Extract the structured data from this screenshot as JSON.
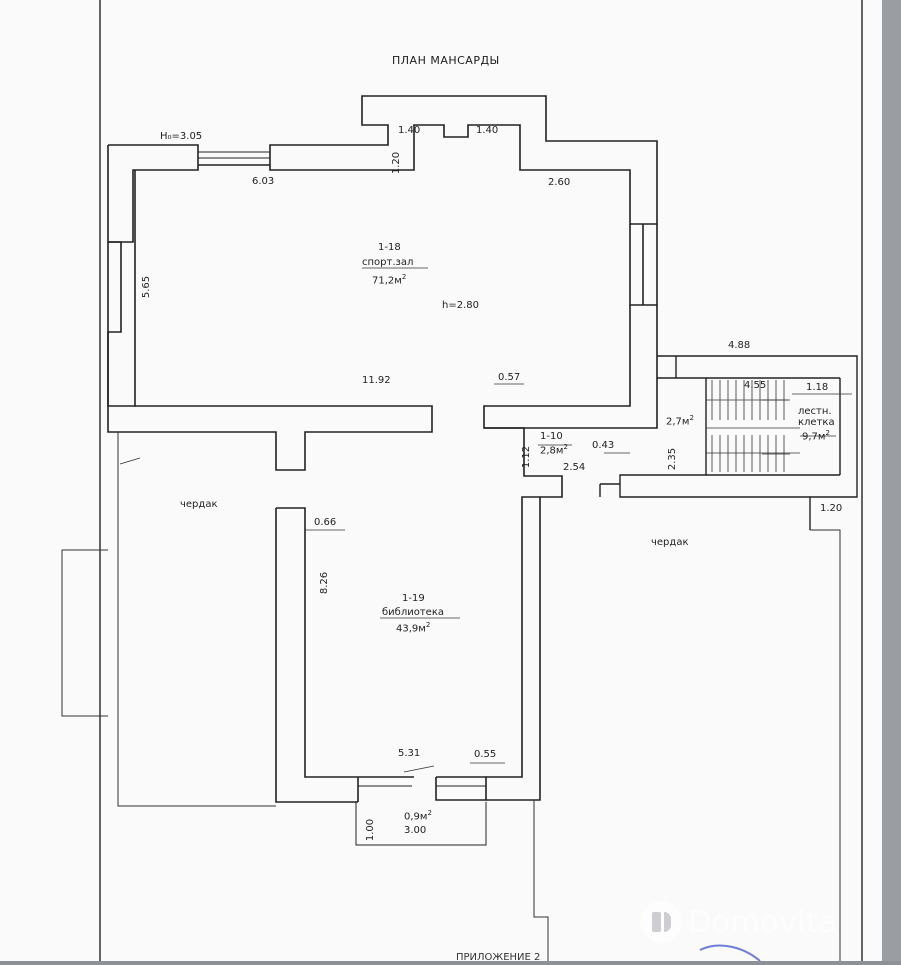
{
  "title": "ПЛАН МАНСАРДЫ",
  "dims": {
    "h0": "H₀=3.05",
    "d603": "6.03",
    "d140a": "1.40",
    "d140b": "1.40",
    "d120": "1.20",
    "d260": "2.60",
    "d565": "5.65",
    "h280": "h=2.80",
    "d1192": "11.92",
    "d057": "0.57",
    "d488": "4.88",
    "d455": "4.55",
    "d110": "1-10",
    "d112": "1.12",
    "d043": "0.43",
    "d254": "2.54",
    "d235": "2.35",
    "d120b": "1.20",
    "d066": "0.66",
    "d826": "8.26",
    "d531": "5.31",
    "d055": "0.55",
    "d100": "1.00",
    "d300": "3.00"
  },
  "rooms": {
    "sport": {
      "id": "1-18",
      "name": "спорт.зал",
      "area": "71,2м"
    },
    "stair": {
      "id": "1.18",
      "name1": "лестн.",
      "name2": "клетка",
      "area": "9,7м"
    },
    "stair_small": {
      "area": "2,7м"
    },
    "hall": {
      "area": "2,8м"
    },
    "library": {
      "id": "1-19",
      "name": "библиотека",
      "area": "43,9м"
    },
    "attic_left": {
      "name": "чердак"
    },
    "attic_right": {
      "name": "чердак"
    },
    "entry": {
      "area": "0,9м"
    },
    "sup2": "2"
  },
  "watermark": {
    "text": "Domovita"
  },
  "footer": "ПРИЛОЖЕНИЕ 2"
}
